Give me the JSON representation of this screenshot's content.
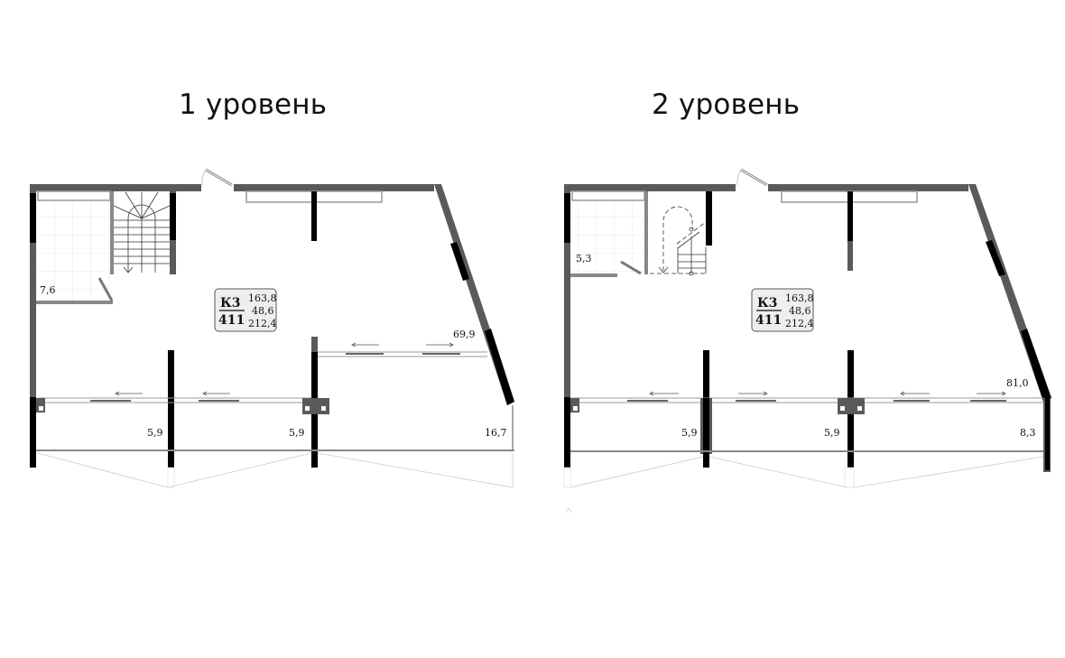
{
  "levels": [
    {
      "title": "1 уровень",
      "badge": {
        "code": "К3",
        "number": "411",
        "values": [
          "163,8",
          "48,6",
          "212,4"
        ]
      },
      "areas": {
        "bathroom": "7,6",
        "main_room": "69,9",
        "balcony_left": "5,9",
        "balcony_middle": "5,9",
        "balcony_right": "16,7"
      }
    },
    {
      "title": "2 уровень",
      "badge": {
        "code": "К3",
        "number": "411",
        "values": [
          "163,8",
          "48,6",
          "212,4"
        ]
      },
      "areas": {
        "bathroom": "5,3",
        "main_room": "81,0",
        "balcony_left": "5,9",
        "balcony_middle": "5,9",
        "balcony_right": "8,3"
      }
    }
  ],
  "colors": {
    "exterior_wall": "#5a5a5a",
    "load_bearing_wall": "#000000",
    "window_frame": "#9a9a9a",
    "badge_bg": "#eeeeee",
    "tile_grid": "#e6e6e6"
  }
}
